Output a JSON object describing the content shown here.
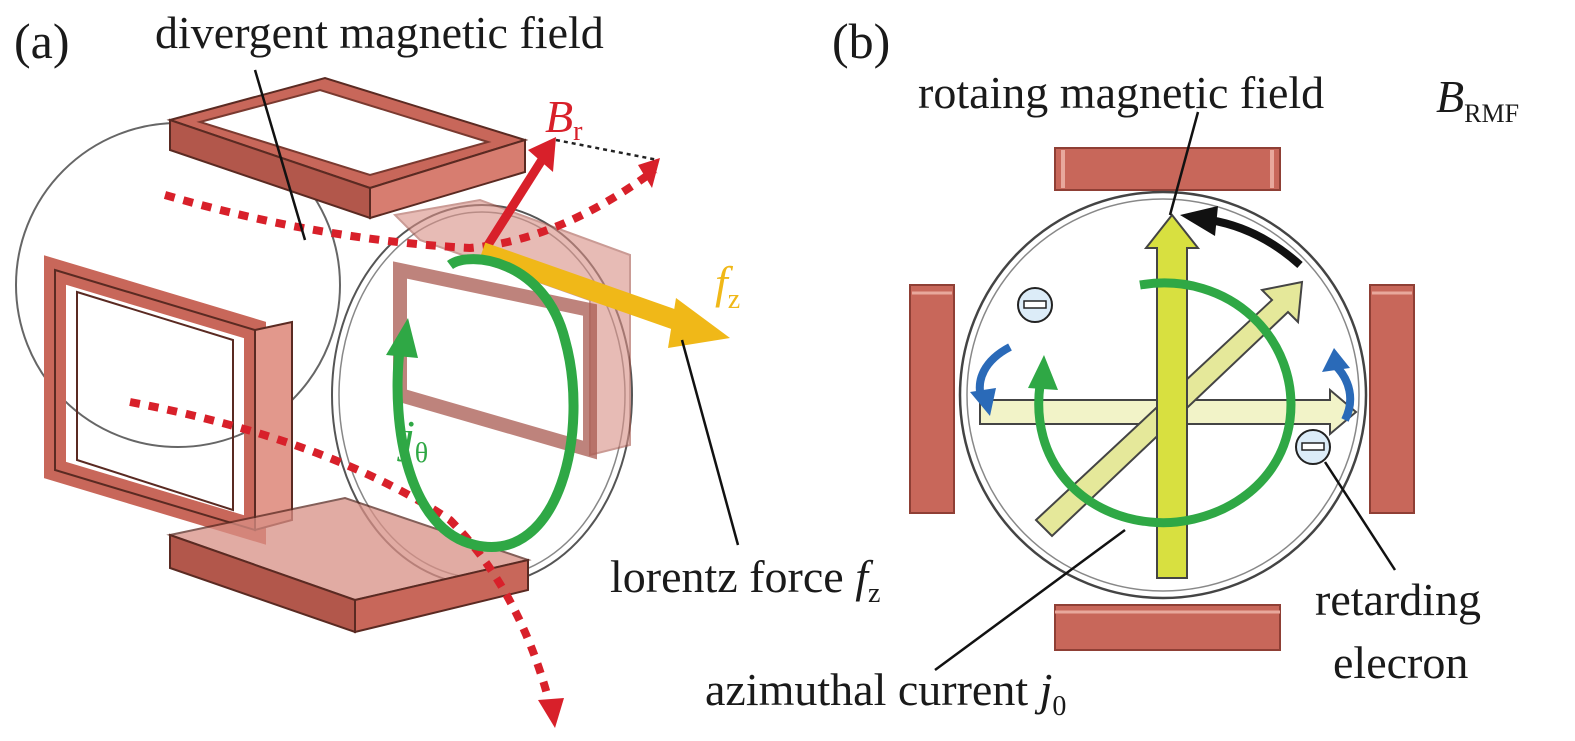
{
  "panels": {
    "a": {
      "tag": "(a)",
      "label_divergent": "divergent magnetic field",
      "label_lorentz": "lorentz force ",
      "sym_f": "f",
      "sub_z": "z",
      "sym_B": "B",
      "sub_r": "r",
      "sym_j": "j",
      "sub_theta": "θ"
    },
    "b": {
      "tag": "(b)",
      "label_rotating": "rotaing magnetic field",
      "sym_B": "B",
      "sub_rmf": "RMF",
      "label_retarding_1": "retarding",
      "label_retarding_2": "elecron",
      "label_azimuthal": "azimuthal current ",
      "sym_j": "j",
      "sub_0": "0"
    }
  },
  "colors": {
    "coil": "#c8675a",
    "coil_dark": "#8f3f35",
    "coil_light": "#e8a89c",
    "field_red": "#d8202a",
    "force_yellow": "#f0b818",
    "current_green": "#2fa845",
    "rmf_yellow": "#d8e040",
    "rmf_pale": "#eef0a8",
    "blue_arrow": "#2a6ab8",
    "black": "#111111"
  }
}
